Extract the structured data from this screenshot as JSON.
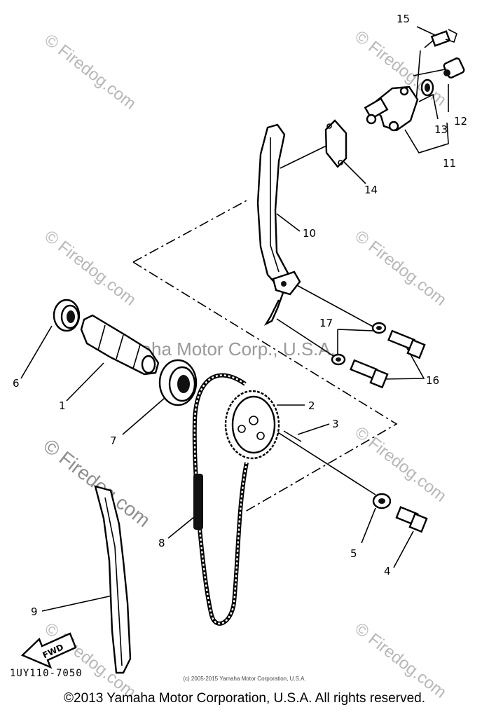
{
  "watermark": {
    "site": "Firedog.com",
    "copyright_mark": "©",
    "manufacturer": "Yamaha Motor Corp., U.S.A."
  },
  "labels": {
    "p1": "1",
    "p2": "2",
    "p3": "3",
    "p4": "4",
    "p5": "5",
    "p6": "6",
    "p7": "7",
    "p8": "8",
    "p9": "9",
    "p10": "10",
    "p11": "11",
    "p12": "12",
    "p13": "13",
    "p14": "14",
    "p15": "15",
    "p16": "16",
    "p17": "17"
  },
  "fwd": "FWD",
  "diagram_code": "1UY110-7050",
  "small_copyright": "(c) 2005-2015 Yamaha Motor Corporation, U.S.A.",
  "footer": "©2013 Yamaha Motor Corporation, U.S.A. All rights reserved."
}
